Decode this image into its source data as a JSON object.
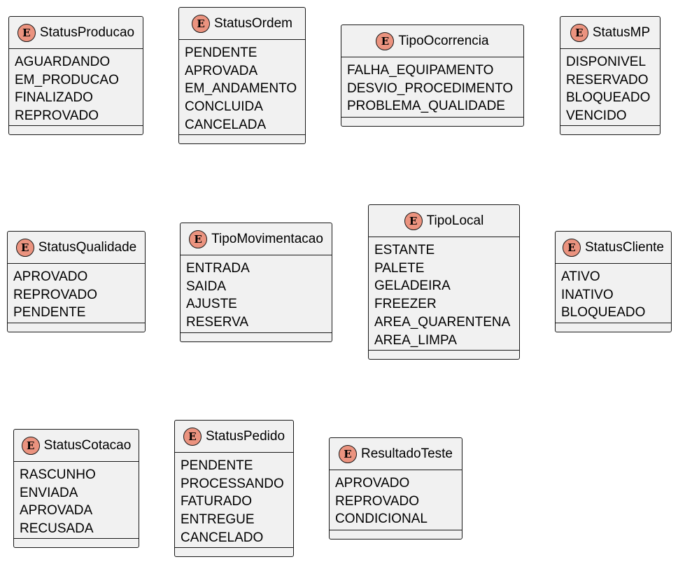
{
  "diagram": {
    "badge_letter": "E",
    "colors": {
      "badge_fill": "#eb937f",
      "box_fill": "#f1f1f1",
      "border": "#181818"
    },
    "enums": [
      {
        "id": "status-producao",
        "name": "StatusProducao",
        "values": [
          "AGUARDANDO",
          "EM_PRODUCAO",
          "FINALIZADO",
          "REPROVADO"
        ]
      },
      {
        "id": "status-ordem",
        "name": "StatusOrdem",
        "values": [
          "PENDENTE",
          "APROVADA",
          "EM_ANDAMENTO",
          "CONCLUIDA",
          "CANCELADA"
        ]
      },
      {
        "id": "tipo-ocorrencia",
        "name": "TipoOcorrencia",
        "values": [
          "FALHA_EQUIPAMENTO",
          "DESVIO_PROCEDIMENTO",
          "PROBLEMA_QUALIDADE"
        ]
      },
      {
        "id": "status-mp",
        "name": "StatusMP",
        "values": [
          "DISPONIVEL",
          "RESERVADO",
          "BLOQUEADO",
          "VENCIDO"
        ]
      },
      {
        "id": "status-qualidade",
        "name": "StatusQualidade",
        "values": [
          "APROVADO",
          "REPROVADO",
          "PENDENTE"
        ]
      },
      {
        "id": "tipo-movimentacao",
        "name": "TipoMovimentacao",
        "values": [
          "ENTRADA",
          "SAIDA",
          "AJUSTE",
          "RESERVA"
        ]
      },
      {
        "id": "tipo-local",
        "name": "TipoLocal",
        "values": [
          "ESTANTE",
          "PALETE",
          "GELADEIRA",
          "FREEZER",
          "AREA_QUARENTENA",
          "AREA_LIMPA"
        ]
      },
      {
        "id": "status-cliente",
        "name": "StatusCliente",
        "values": [
          "ATIVO",
          "INATIVO",
          "BLOQUEADO"
        ]
      },
      {
        "id": "status-cotacao",
        "name": "StatusCotacao",
        "values": [
          "RASCUNHO",
          "ENVIADA",
          "APROVADA",
          "RECUSADA"
        ]
      },
      {
        "id": "status-pedido",
        "name": "StatusPedido",
        "values": [
          "PENDENTE",
          "PROCESSANDO",
          "FATURADO",
          "ENTREGUE",
          "CANCELADO"
        ]
      },
      {
        "id": "resultado-teste",
        "name": "ResultadoTeste",
        "values": [
          "APROVADO",
          "REPROVADO",
          "CONDICIONAL"
        ]
      }
    ]
  }
}
